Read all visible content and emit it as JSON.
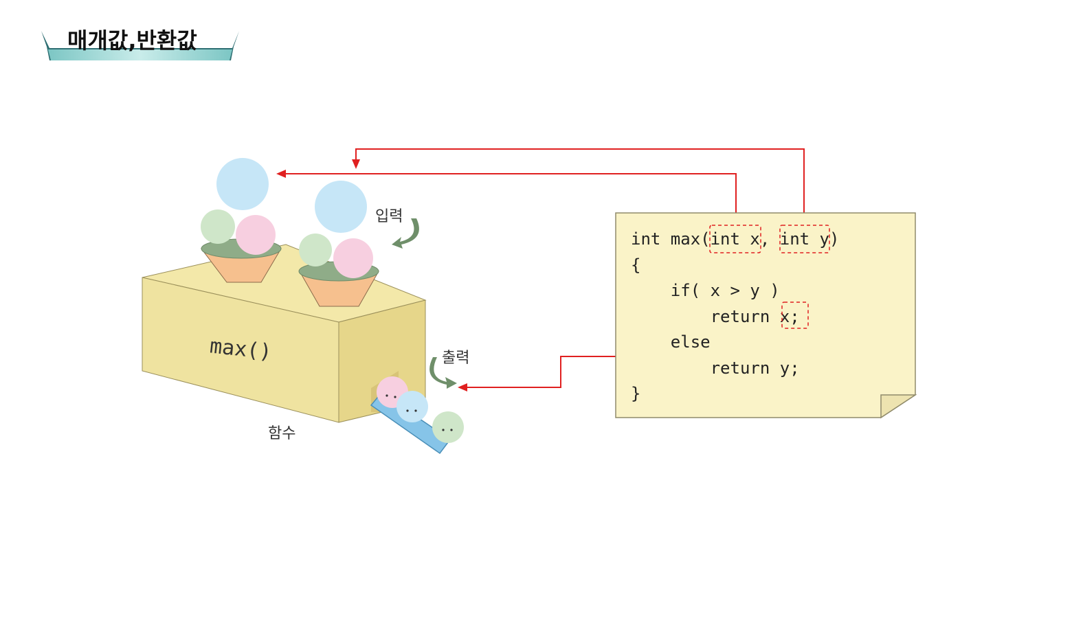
{
  "header": {
    "title": "매개값,반환값"
  },
  "function_box": {
    "label": "max()",
    "caption": "함수"
  },
  "labels": {
    "input": "입력",
    "output": "출력"
  },
  "code": {
    "lines": [
      "int max(int x, int y)",
      "{",
      "    if( x > y )",
      "        return x;",
      "    else",
      "        return y;",
      "}"
    ]
  },
  "colors": {
    "arrow": "#e02020",
    "box_face": "#efe3a0",
    "box_side": "#e6d68a",
    "paper": "#faf3c8",
    "banner": "#9fd9d6"
  }
}
